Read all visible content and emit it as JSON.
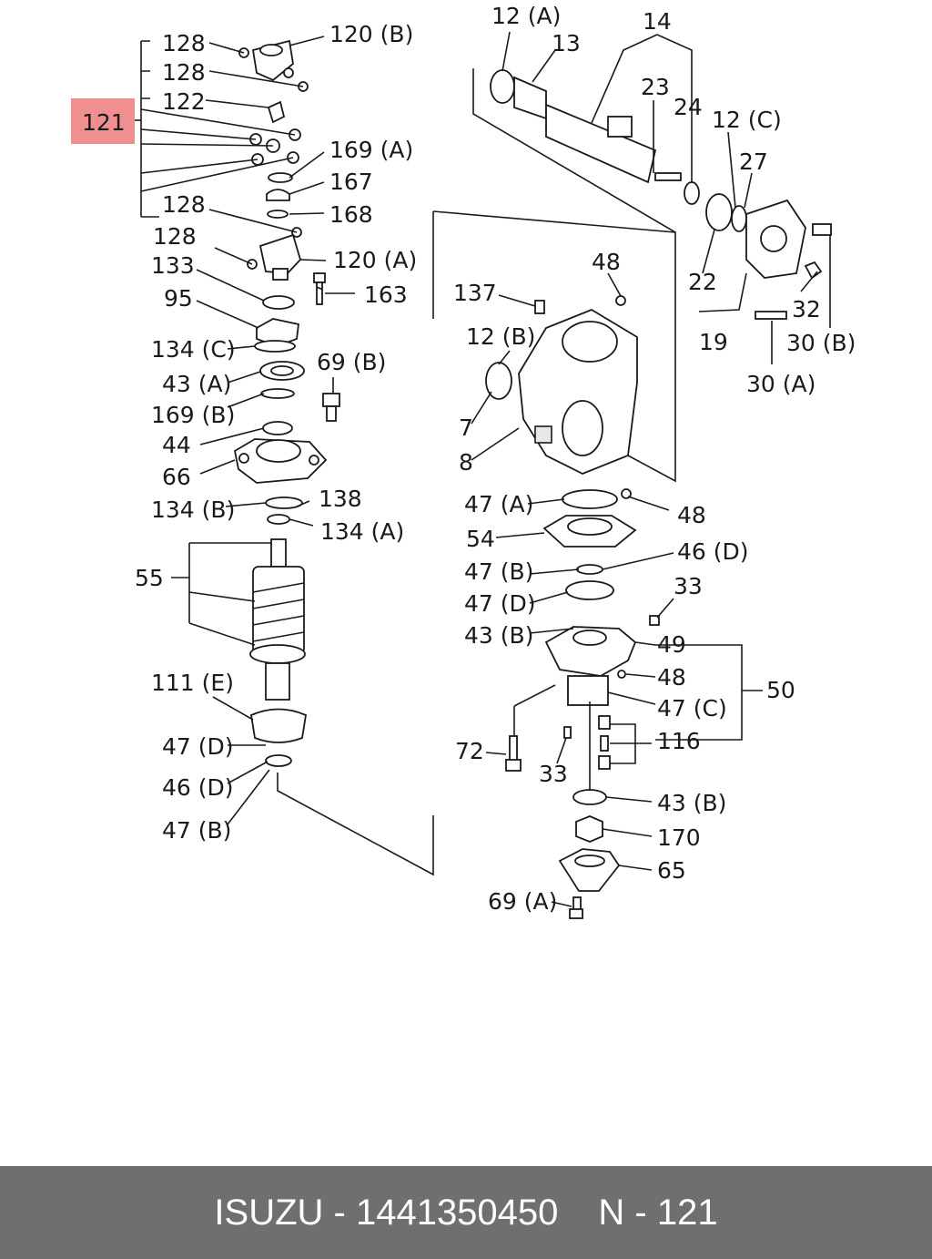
{
  "highlight": {
    "label": "121",
    "color": "#f08f8f"
  },
  "callouts": {
    "c128a": "128",
    "c128b": "128",
    "c122": "122",
    "c120b": "120 (B)",
    "c169a": "169 (A)",
    "c167": "167",
    "c168": "168",
    "c128c": "128",
    "c128d": "128",
    "c120a": "120 (A)",
    "c133": "133",
    "c163": "163",
    "c95": "95",
    "c134c": "134 (C)",
    "c43a": "43 (A)",
    "c69b": "69 (B)",
    "c169b": "169 (B)",
    "c44": "44",
    "c66": "66",
    "c138": "138",
    "c134b": "134 (B)",
    "c134a": "134 (A)",
    "c55": "55",
    "c111e": "111 (E)",
    "c47d_l": "47 (D)",
    "c46d_l": "46 (D)",
    "c47b_l": "47 (B)",
    "c12a": "12 (A)",
    "c13": "13",
    "c14": "14",
    "c23": "23",
    "c24": "24",
    "c12c": "12 (C)",
    "c27": "27",
    "c22": "22",
    "c19": "19",
    "c32": "32",
    "c30b": "30 (B)",
    "c30a": "30 (A)",
    "c48a": "48",
    "c137": "137",
    "c12b": "12 (B)",
    "c7": "7",
    "c8": "8",
    "c47a": "47 (A)",
    "c48b": "48",
    "c54": "54",
    "c46d_r": "46 (D)",
    "c47b_r": "47 (B)",
    "c47d_r": "47 (D)",
    "c33a": "33",
    "c43b_a": "43 (B)",
    "c49": "49",
    "c48c": "48",
    "c50": "50",
    "c47c": "47 (C)",
    "c72": "72",
    "c116": "116",
    "c33b": "33",
    "c43b_b": "43 (B)",
    "c170": "170",
    "c65": "65",
    "c69a": "69 (A)"
  },
  "footer": {
    "brand_part": "ISUZU - 1441350450",
    "ref": "N - 121",
    "bg": "#6f6f6f"
  }
}
